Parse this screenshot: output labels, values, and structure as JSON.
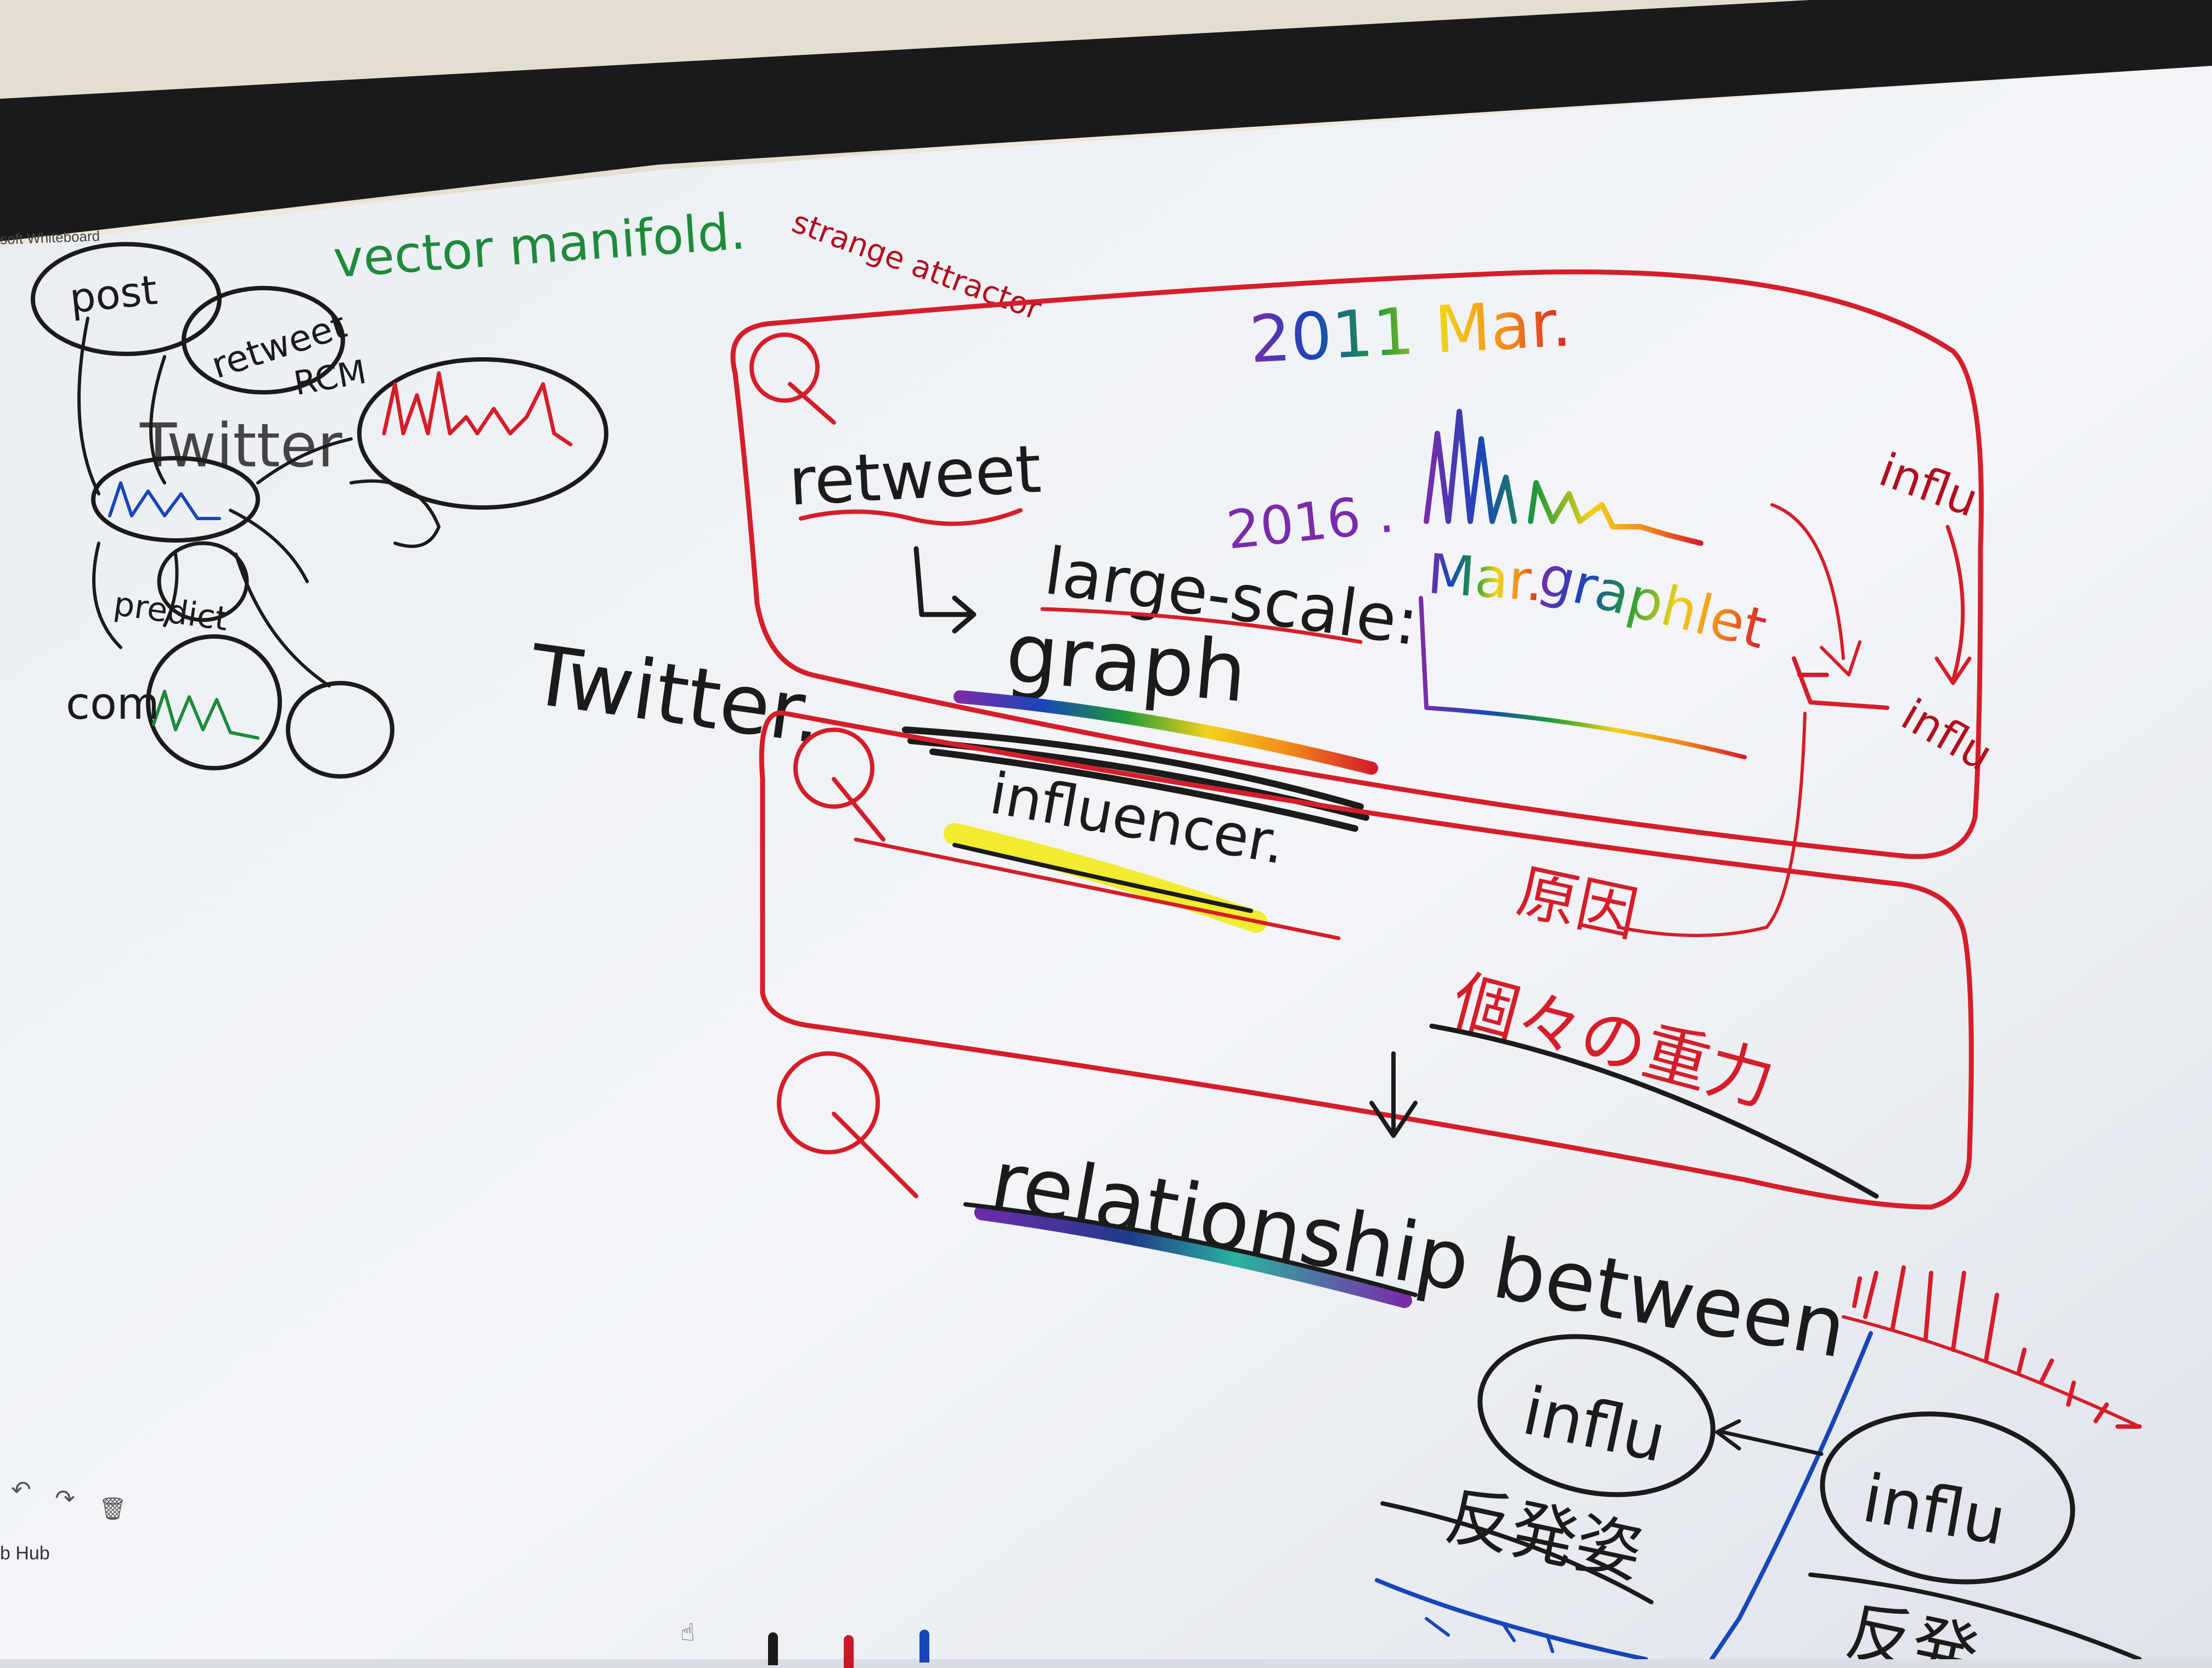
{
  "app": {
    "title": "soft Whiteboard",
    "hub_label": "b Hub"
  },
  "toolbar": {
    "undo_icon": "↶",
    "redo_icon": "↷",
    "delete_icon": "🗑",
    "touch_icon": "☝"
  },
  "whiteboard": {
    "top_left": {
      "vector_manifold": "vector manifold.",
      "post": "post",
      "retweet": "retweet",
      "rcm": "RCM",
      "twitter": "Twitter",
      "predict": "predict",
      "com": "com"
    },
    "strange_attractor": "strange attractor",
    "twitter_label": "Twitter.",
    "date_2011": "2011 Mar.",
    "date_2016": "2016 .",
    "mar": "Mar.",
    "graphlet": "graphlet",
    "retweet": "retweet",
    "large_scale": "large-scale:",
    "graph": "graph",
    "influencer": "influencer.",
    "influ_right": "influ",
    "influ_right_lower": "influ",
    "japanese_cause": "原因",
    "japanese_importance": "個々の重力",
    "relationship": "relationship between",
    "influ_circle_1": "influ",
    "influ_circle_2": "influ",
    "japanese_repulsion": "反発姿",
    "japanese_bottom_right": "反発"
  },
  "colors": {
    "ink_red": "#d41e2a",
    "ink_black": "#1b1b1b",
    "ink_green": "#1f8a3a",
    "ink_blue": "#1846b8",
    "ink_purple": "#7a2ca8",
    "highlight_yellow": "#f2ea1a"
  }
}
